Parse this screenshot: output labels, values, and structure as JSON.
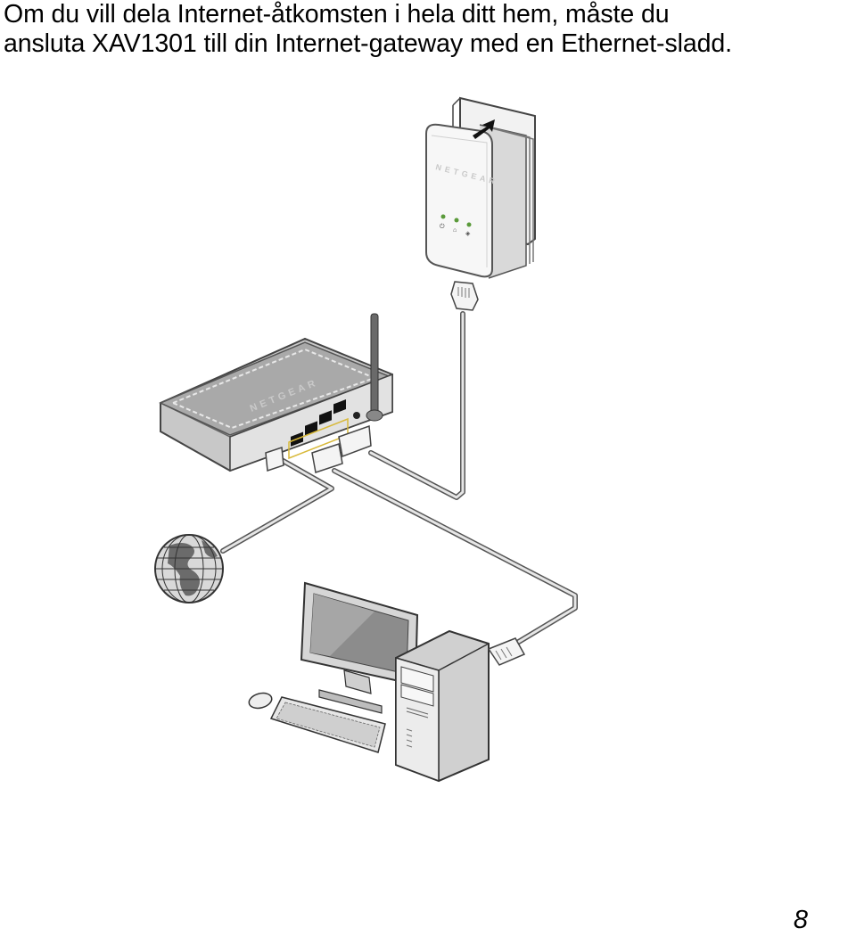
{
  "doc": {
    "paragraph_line1": "Om du vill dela Internet-åtkomsten i hela ditt hem, måste du",
    "paragraph_line2": "ansluta XAV1301 till din Internet-gateway med en Ethernet-sladd.",
    "page_number": "8"
  },
  "illustration": {
    "adapter_brand": "NETGEAR",
    "router_brand": "NETGEAR"
  }
}
